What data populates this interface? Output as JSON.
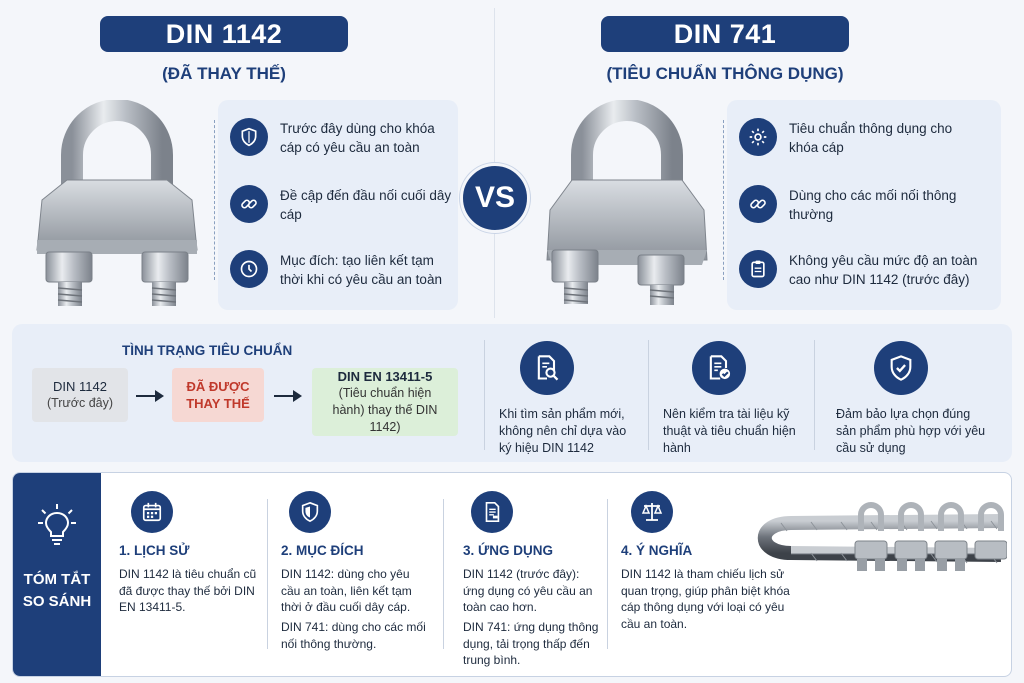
{
  "left": {
    "title": "DIN 1142",
    "subtitle": "(ĐÃ THAY THẾ)",
    "features": [
      {
        "icon": "shield-icon",
        "text": "Trước đây dùng cho khóa cáp có yêu cầu an toàn"
      },
      {
        "icon": "chain-link-icon",
        "text": "Đề cập đến đầu nối cuối dây cáp"
      },
      {
        "icon": "clock-icon",
        "text": "Mục đích: tạo liên kết tạm thời khi có yêu cầu an toàn"
      }
    ]
  },
  "vs": "VS",
  "right": {
    "title": "DIN 741",
    "subtitle": "(TIÊU CHUẨN THÔNG DỤNG)",
    "features": [
      {
        "icon": "gear-icon",
        "text": "Tiêu chuẩn thông dụng cho khóa cáp"
      },
      {
        "icon": "chain-link-icon",
        "text": "Dùng cho các mối nối thông thường"
      },
      {
        "icon": "clipboard-icon",
        "text": "Không yêu cầu mức độ an toàn cao như DIN 1142 (trước đây)"
      }
    ]
  },
  "status": {
    "heading": "TÌNH TRẠNG TIÊU CHUẨN",
    "step1": {
      "title": "DIN 1142",
      "sub": "(Trước đây)"
    },
    "step2": {
      "title": "ĐÃ ĐƯỢC THAY THẾ"
    },
    "step3": {
      "title": "DIN EN 13411-5",
      "sub": "(Tiêu chuẩn hiện hành) thay thế DIN 1142)"
    },
    "tips": [
      {
        "icon": "document-search-icon",
        "text": "Khi tìm sản phẩm mới, không nên chỉ dựa vào ký hiệu DIN 1142"
      },
      {
        "icon": "document-check-icon",
        "text": "Nên kiểm tra tài liệu kỹ thuật và tiêu chuẩn hiện hành"
      },
      {
        "icon": "shield-check-icon",
        "text": "Đảm bảo lựa chọn đúng sản phẩm phù hợp với yêu cầu sử dụng"
      }
    ]
  },
  "summary": {
    "label": "TÓM TẮT SO SÁNH",
    "label_line1": "TÓM TẮT",
    "label_line2": "SO SÁNH",
    "columns": [
      {
        "icon": "calendar-icon",
        "heading": "1. LỊCH SỬ",
        "p1": "DIN 1142 là tiêu chuẩn cũ đã được thay thế bởi DIN EN 13411-5.",
        "p2": ""
      },
      {
        "icon": "shield-icon",
        "heading": "2. MỤC ĐÍCH",
        "p1": "DIN 1142: dùng cho yêu cầu an toàn, liên kết tạm thời ở đầu cuối dây cáp.",
        "p2": "DIN 741: dùng cho các mối nối thông thường."
      },
      {
        "icon": "document-icon",
        "heading": "3. ỨNG DỤNG",
        "p1": "DIN 1142 (trước đây): ứng dụng có yêu cầu an toàn cao hơn.",
        "p2": "DIN 741: ứng dụng thông dụng, tải trọng thấp đến trung bình."
      },
      {
        "icon": "scales-icon",
        "heading": "4. Ý NGHĨA",
        "p1": "DIN 1142 là tham chiếu lịch sử quan trọng, giúp phân biệt khóa cáp thông dụng với loại có yêu cầu an toàn.",
        "p2": ""
      }
    ]
  },
  "colors": {
    "navy": "#1e3f7a",
    "card": "#e8eef8",
    "grey_box": "#e2e4e8",
    "red_box": "#f6d8d3",
    "green_box": "#dcefd9",
    "red_text": "#c0392b"
  }
}
